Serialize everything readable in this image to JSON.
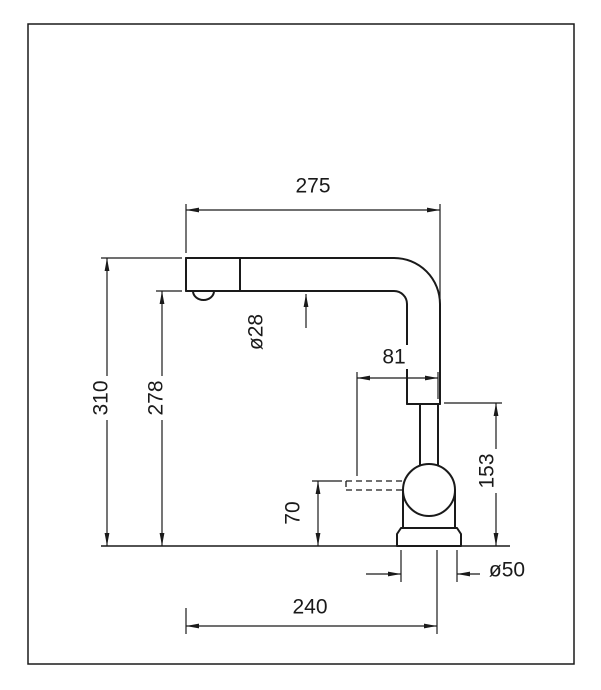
{
  "dimensions": {
    "spout_projection": "275",
    "overall_height": "310",
    "spout_outlet_height": "278",
    "spout_diameter": "ø28",
    "handle_clearance": "81",
    "body_top_height": "153",
    "hose_connection_height": "70",
    "overall_projection": "240",
    "base_diameter": "ø50"
  }
}
